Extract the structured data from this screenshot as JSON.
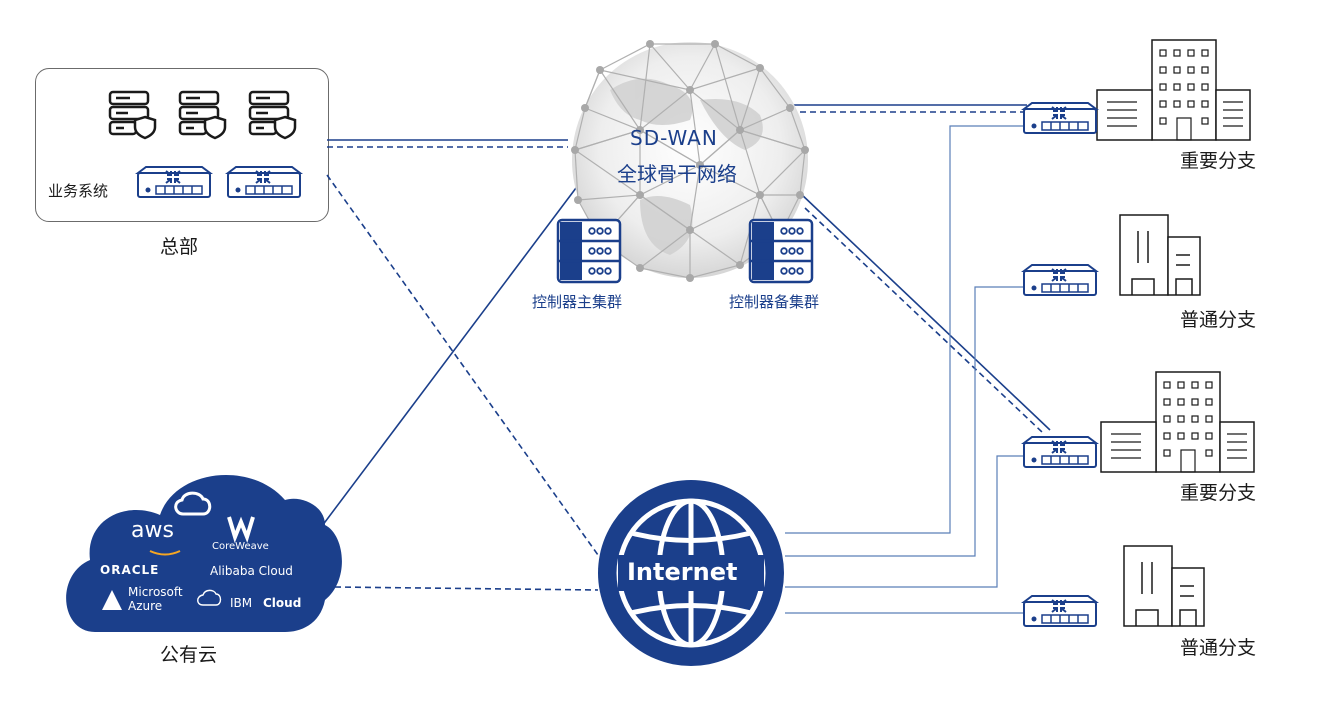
{
  "hq": {
    "label": "总部",
    "system_label": "业务系统"
  },
  "backbone": {
    "line1": "SD-WAN",
    "line2": "全球骨干网络"
  },
  "controllers": {
    "primary_label": "控制器主集群",
    "backup_label": "控制器备集群"
  },
  "cloud": {
    "label": "公有云",
    "providers": [
      "aws",
      "CoreWeave",
      "ORACLE",
      "Alibaba Cloud",
      "Microsoft",
      "Azure",
      "IBM",
      "Cloud"
    ]
  },
  "internet": {
    "label": "Internet"
  },
  "branches": [
    {
      "label": "重要分支",
      "type": "important"
    },
    {
      "label": "普通分支",
      "type": "normal"
    },
    {
      "label": "重要分支",
      "type": "important"
    },
    {
      "label": "普通分支",
      "type": "normal"
    }
  ],
  "colors": {
    "brand": "#1b3f8b",
    "line": "#1b3f8b",
    "gray": "#888888",
    "icon": "#1a1a1a"
  }
}
